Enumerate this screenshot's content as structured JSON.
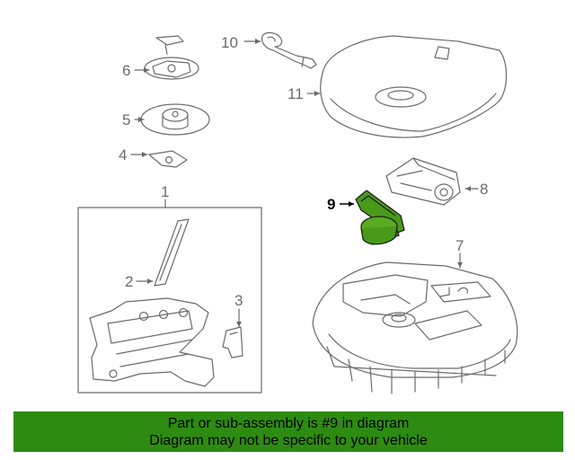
{
  "labels": {
    "part1": "1",
    "part2": "2",
    "part3": "3",
    "part4": "4",
    "part5": "5",
    "part6": "6",
    "part7": "7",
    "part8": "8",
    "part9": "9",
    "part10": "10",
    "part11": "11"
  },
  "footer": {
    "line1": "Part or sub-assembly is #9 in diagram",
    "line2": "Diagram may not be specific to your vehicle"
  },
  "colors": {
    "highlight": "#2e8b12",
    "part_fill": "#4a9a1a",
    "line": "#6b6b6b"
  }
}
